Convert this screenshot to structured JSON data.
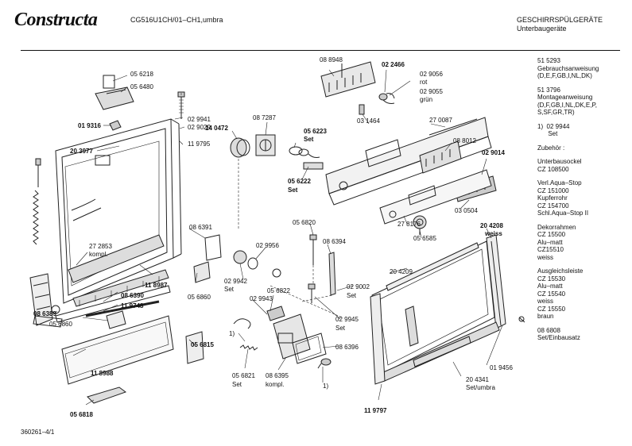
{
  "header": {
    "brand": "Constructa",
    "model": "CG516U1CH/01–CH1,umbra",
    "category": "GESCHIRRSPÜLGERÄTE",
    "subcategory": "Unterbaugeräte"
  },
  "footer": {
    "doc_number": "360261–4/1"
  },
  "parts": [
    {
      "id": "p1",
      "text": "05 6218",
      "bold": false
    },
    {
      "id": "p2",
      "text": "05 6480",
      "bold": false
    },
    {
      "id": "p3",
      "text": "01 9316",
      "bold": true
    },
    {
      "id": "p4",
      "text": "20 3977",
      "bold": true
    },
    {
      "id": "p5",
      "text": "02 9941",
      "bold": false
    },
    {
      "id": "p6",
      "text": "02 9029",
      "bold": false
    },
    {
      "id": "p7",
      "text": "11 9795",
      "bold": false
    },
    {
      "id": "p8",
      "text": "14 0472",
      "bold": true
    },
    {
      "id": "p9",
      "text": "08 7287",
      "bold": false
    },
    {
      "id": "p10",
      "text": "05 6223",
      "bold": true
    },
    {
      "id": "p11",
      "text": "Set",
      "bold": true
    },
    {
      "id": "p12",
      "text": "05 6222",
      "bold": true
    },
    {
      "id": "p13",
      "text": "Set",
      "bold": true
    },
    {
      "id": "p14",
      "text": "08 8948",
      "bold": false
    },
    {
      "id": "p15",
      "text": "02 2466",
      "bold": true
    },
    {
      "id": "p16",
      "text": "02 9056",
      "bold": false
    },
    {
      "id": "p17",
      "text": "rot",
      "bold": false
    },
    {
      "id": "p18",
      "text": "02 9055",
      "bold": false
    },
    {
      "id": "p19",
      "text": "grün",
      "bold": false
    },
    {
      "id": "p20",
      "text": "03 1464",
      "bold": false
    },
    {
      "id": "p21",
      "text": "27 0087",
      "bold": false
    },
    {
      "id": "p22",
      "text": "08 8012",
      "bold": false
    },
    {
      "id": "p23",
      "text": "02 9014",
      "bold": true
    },
    {
      "id": "p24",
      "text": "03 0504",
      "bold": false
    },
    {
      "id": "p25",
      "text": "27 8176",
      "bold": false
    },
    {
      "id": "p26",
      "text": "05 6585",
      "bold": false
    },
    {
      "id": "p27",
      "text": "20 4208",
      "bold": true
    },
    {
      "id": "p28",
      "text": "weiss",
      "bold": true
    },
    {
      "id": "p29",
      "text": "20 4209",
      "bold": false
    },
    {
      "id": "p30",
      "text": "05 6820",
      "bold": false
    },
    {
      "id": "p31",
      "text": "08 6394",
      "bold": false
    },
    {
      "id": "p32",
      "text": "08 6391",
      "bold": false
    },
    {
      "id": "p33",
      "text": "27 2853",
      "bold": false
    },
    {
      "id": "p34",
      "text": "kompl.",
      "bold": false
    },
    {
      "id": "p35",
      "text": "02 9956",
      "bold": false
    },
    {
      "id": "p36",
      "text": "02 9942",
      "bold": false
    },
    {
      "id": "p37",
      "text": "Set",
      "bold": false
    },
    {
      "id": "p38",
      "text": "05 6860",
      "bold": false
    },
    {
      "id": "p39",
      "text": "11 8987",
      "bold": true
    },
    {
      "id": "p40",
      "text": "08 6390",
      "bold": true
    },
    {
      "id": "p41",
      "text": "11 9748",
      "bold": true
    },
    {
      "id": "p42",
      "text": "08 6389",
      "bold": true
    },
    {
      "id": "p43",
      "text": "05 6860",
      "bold": false
    },
    {
      "id": "p44",
      "text": "05 6822",
      "bold": false
    },
    {
      "id": "p45",
      "text": "02 9943",
      "bold": false
    },
    {
      "id": "p46",
      "text": "02 9002",
      "bold": false
    },
    {
      "id": "p47",
      "text": "Set",
      "bold": false
    },
    {
      "id": "p48",
      "text": "02 9945",
      "bold": false
    },
    {
      "id": "p49",
      "text": "Set",
      "bold": false
    },
    {
      "id": "p50",
      "text": "08 6396",
      "bold": false
    },
    {
      "id": "p51",
      "text": "1)",
      "bold": false
    },
    {
      "id": "p52",
      "text": "1)",
      "bold": false
    },
    {
      "id": "p53",
      "text": "05 6815",
      "bold": true
    },
    {
      "id": "p54",
      "text": "11 8988",
      "bold": true
    },
    {
      "id": "p55",
      "text": "05 6821",
      "bold": false
    },
    {
      "id": "p56",
      "text": "Set",
      "bold": false
    },
    {
      "id": "p57",
      "text": "08 6395",
      "bold": false
    },
    {
      "id": "p58",
      "text": "kompl.",
      "bold": false
    },
    {
      "id": "p59",
      "text": "01 9456",
      "bold": false
    },
    {
      "id": "p60",
      "text": "20 4341",
      "bold": false
    },
    {
      "id": "p61",
      "text": "Set/umbra",
      "bold": false
    },
    {
      "id": "p62",
      "text": "11 9797",
      "bold": true
    },
    {
      "id": "p63",
      "text": "05 6818",
      "bold": true
    }
  ],
  "sidebar": [
    "51 5293",
    "Gebrauchsanweisung",
    "(D,E,F,GB,I,NL,DK)",
    "",
    "51 3796",
    "Montageanweisung",
    "(D,F,GB,I,NL,DK,E,P,",
    "S,SF,GR,TR)",
    "",
    "1)  02 9944",
    "      Set",
    "",
    "Zubehör :",
    "",
    "Unterbausockel",
    "CZ 108500",
    "",
    "Verl.Aqua–Stop",
    "CZ 151000",
    "Kupferrohr",
    "CZ 154700",
    "Schl.Aqua–Stop II",
    "",
    "Dekorrahmen",
    "CZ 15500",
    "Alu–matt",
    "CZ15510",
    "weiss",
    "",
    "Ausgleichsleiste",
    "CZ 15530",
    "Alu–matt",
    "CZ 15540",
    "weiss",
    "CZ 15550",
    "braun",
    "",
    "08 6808",
    "Set/Einbausatz"
  ]
}
